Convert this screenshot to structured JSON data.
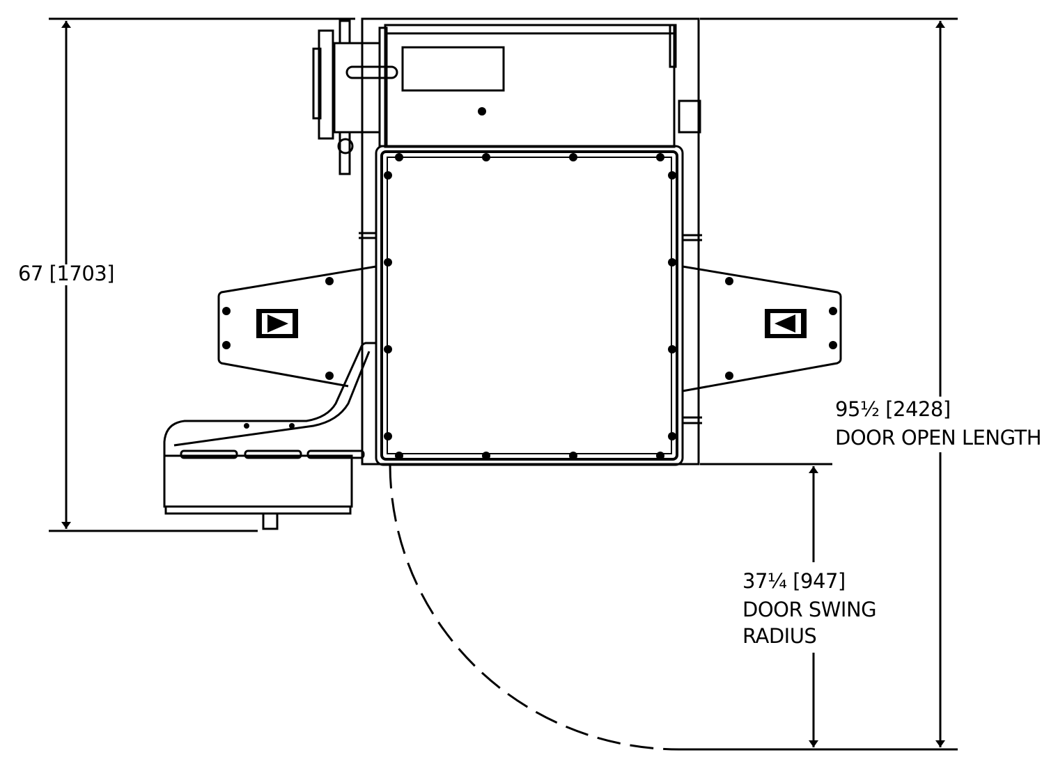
{
  "drawing": {
    "overall_height": {
      "value": "67 [1703]"
    },
    "door_open_length": {
      "value": "95½ [2428]",
      "caption": "DOOR OPEN LENGTH"
    },
    "door_swing_radius": {
      "value": "37¼ [947]",
      "caption_line1": "DOOR SWING",
      "caption_line2": "RADIUS"
    },
    "colors": {
      "line": "#000000",
      "background": "#ffffff"
    }
  }
}
